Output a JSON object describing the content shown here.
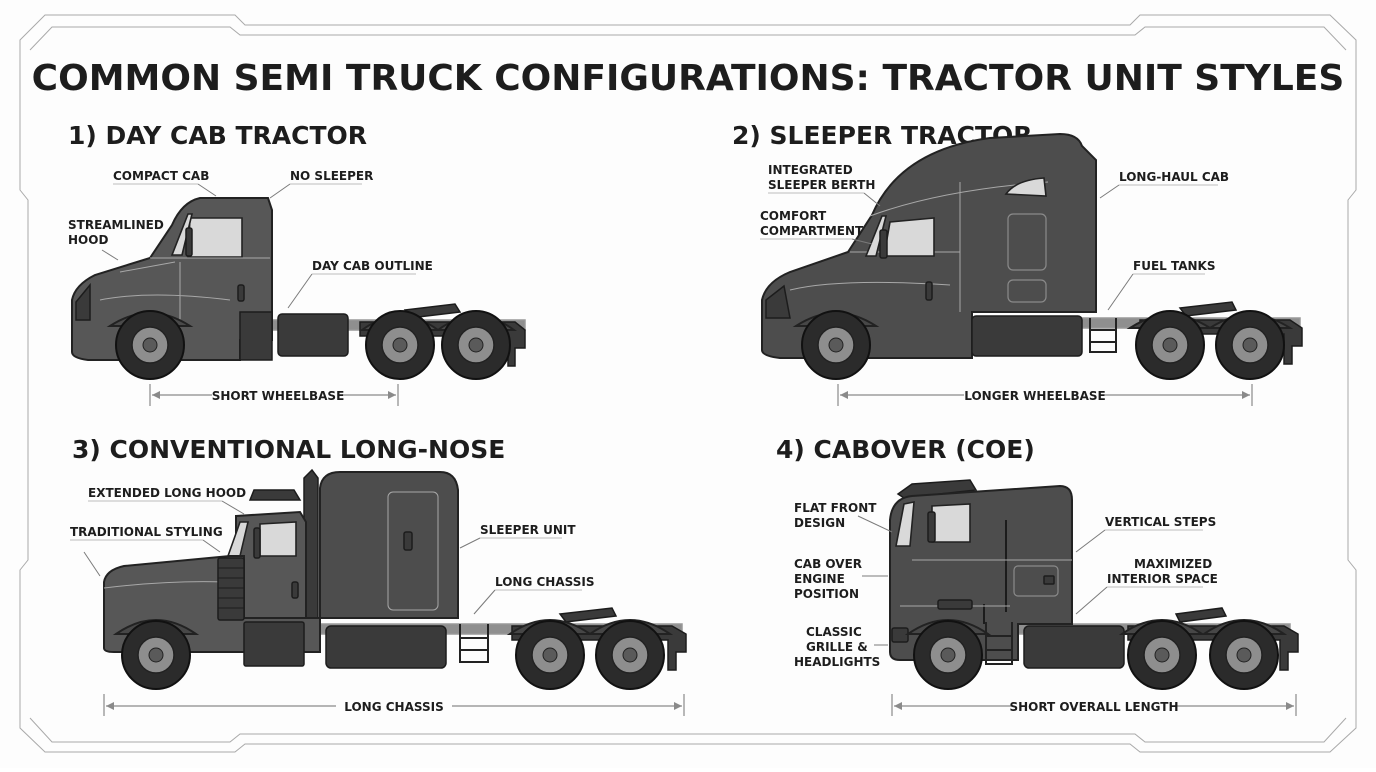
{
  "title": "COMMON SEMI TRUCK CONFIGURATIONS: TRACTOR UNIT STYLES",
  "trucks": [
    {
      "heading": "1) DAY CAB TRACTOR",
      "labels": {
        "compact_cab": "COMPACT CAB",
        "no_sleeper": "NO SLEEPER",
        "streamlined_hood_1": "STREAMLINED",
        "streamlined_hood_2": "HOOD",
        "day_cab_outline": "DAY CAB OUTLINE"
      },
      "dimension": "SHORT WHEELBASE"
    },
    {
      "heading": "2) SLEEPER TRACTOR",
      "labels": {
        "integrated_1": "INTEGRATED",
        "integrated_2": "SLEEPER BERTH",
        "comfort_1": "COMFORT",
        "comfort_2": "COMPARTMENT",
        "long_haul_cab": "LONG-HAUL CAB",
        "fuel_tanks": "FUEL TANKS"
      },
      "dimension": "LONGER WHEELBASE"
    },
    {
      "heading": "3) CONVENTIONAL LONG-NOSE",
      "labels": {
        "extended_long_hood": "EXTENDED LONG HOOD",
        "traditional_styling": "TRADITIONAL STYLING",
        "sleeper_unit": "SLEEPER UNIT",
        "long_chassis": "LONG CHASSIS"
      },
      "dimension": "LONG CHASSIS"
    },
    {
      "heading": "4) CABOVER (COE)",
      "labels": {
        "flat_front_1": "FLAT FRONT",
        "flat_front_2": "DESIGN",
        "cab_over_1": "CAB OVER",
        "cab_over_2": "ENGINE",
        "cab_over_3": "POSITION",
        "classic_1": "CLASSIC",
        "classic_2": "GRILLE &",
        "classic_3": "HEADLIGHTS",
        "vertical_steps": "VERTICAL STEPS",
        "maximized_1": "MAXIMIZED",
        "maximized_2": "INTERIOR SPACE"
      },
      "dimension": "SHORT OVERALL LENGTH"
    }
  ]
}
